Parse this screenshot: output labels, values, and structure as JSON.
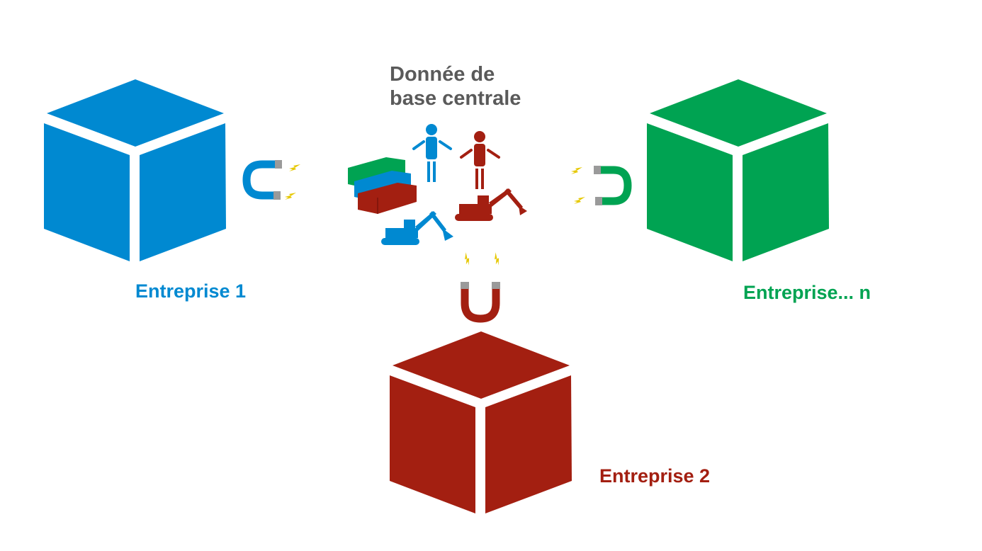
{
  "title": {
    "line1": "Donnée de",
    "line2": "base centrale"
  },
  "entities": [
    {
      "label": "Entreprise 1",
      "color": "#0089D1"
    },
    {
      "label": "Entreprise 2",
      "color": "#A31F11"
    },
    {
      "label": "Entreprise... n",
      "color": "#00A352"
    }
  ],
  "colors": {
    "gray_text": "#5a5a5a",
    "spark": "#E6C800",
    "magnet_tip": "#9a9a9a"
  }
}
